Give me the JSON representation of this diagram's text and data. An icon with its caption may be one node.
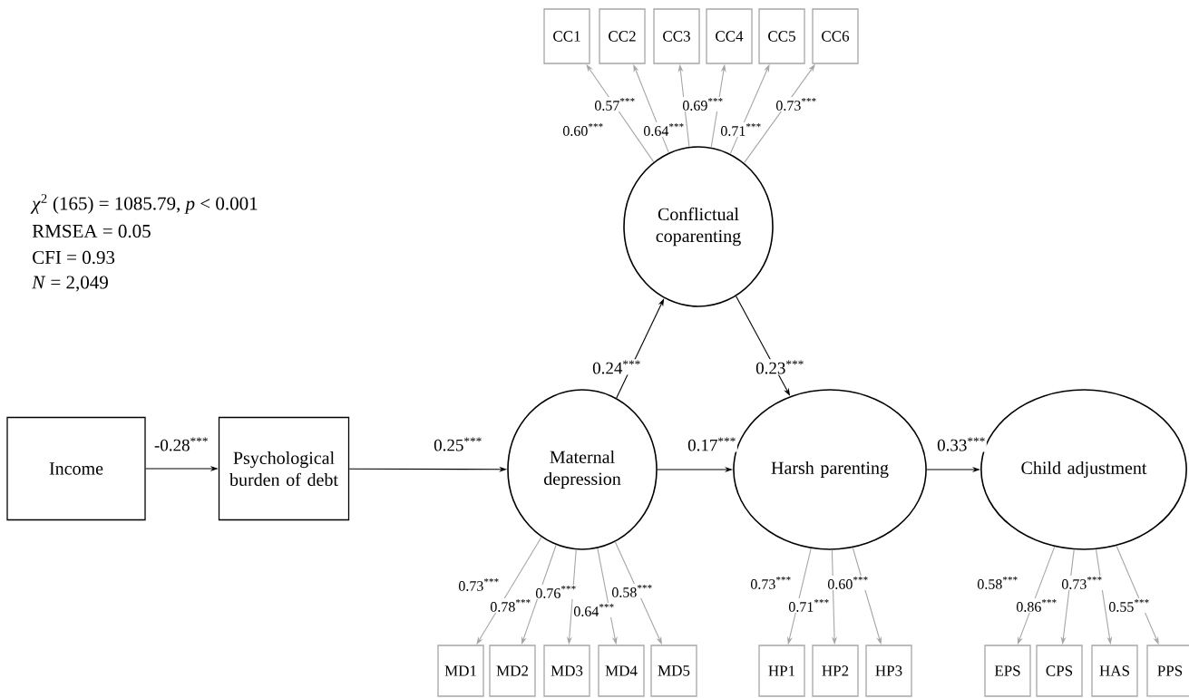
{
  "diagram": {
    "nodes": [
      {
        "text": [
          "Income"
        ]
      },
      {
        "text": [
          "Psychological burden of debt"
        ]
      },
      {
        "text": [
          "Maternal depression"
        ]
      },
      {
        "text": [
          "Conflictual coparenting"
        ]
      },
      {
        "text": [
          "Harsh parenting"
        ]
      },
      {
        "text": [
          "Child adjustment"
        ]
      },
      {
        "text": [
          "CC1"
        ]
      },
      {
        "text": [
          "CC2"
        ]
      },
      {
        "text": [
          "CC3"
        ]
      },
      {
        "text": [
          "CC4"
        ]
      },
      {
        "text": [
          "CC5"
        ]
      },
      {
        "text": [
          "CC6"
        ]
      },
      {
        "text": [
          "MD1"
        ]
      },
      {
        "text": [
          "MD2"
        ]
      },
      {
        "text": [
          "MD3"
        ]
      },
      {
        "text": [
          "MD4"
        ]
      },
      {
        "text": [
          "MD5"
        ]
      },
      {
        "text": [
          "HP1"
        ]
      },
      {
        "text": [
          "HP2"
        ]
      },
      {
        "text": [
          "HP3"
        ]
      },
      {
        "text": [
          "EPS"
        ]
      },
      {
        "text": [
          "CPS"
        ]
      },
      {
        "text": [
          "HAS"
        ]
      },
      {
        "text": [
          "PPS"
        ]
      }
    ],
    "edges": [
      {
        "from": 0,
        "to": 1,
        "arrow": "to",
        "label": "-0.28$^{***}$",
        "color": "#000000"
      },
      {
        "from": 1,
        "to": 2,
        "arrow": "to",
        "label": "0.25$^{***}$",
        "color": "#000000"
      },
      {
        "from": 2,
        "to": 3,
        "arrow": "to",
        "label": "0.24$^{***}$",
        "color": "#000000"
      },
      {
        "from": 3,
        "to": 4,
        "arrow": "to",
        "label": "0.23$^{***}$",
        "color": "#000000"
      },
      {
        "from": 2,
        "to": 4,
        "arrow": "to",
        "label": "0.17$^{***}$",
        "color": "#000000"
      },
      {
        "from": 4,
        "to": 5,
        "arrow": "to",
        "label": "0.33$^{***}$",
        "color": "#000000"
      },
      {
        "from": 3,
        "to": 6,
        "arrow": "to",
        "label": "0.60$^{***}$"
      },
      {
        "from": 3,
        "to": 7,
        "arrow": "to",
        "label": "0.57$^{***}$"
      },
      {
        "from": 3,
        "to": 8,
        "arrow": "to",
        "label": "0.64$^{***}$"
      },
      {
        "from": 3,
        "to": 9,
        "arrow": "to",
        "label": "0.69$^{***}$"
      },
      {
        "from": 3,
        "to": 10,
        "arrow": "to",
        "label": "0.71$^{***}$"
      },
      {
        "from": 3,
        "to": 11,
        "arrow": "to",
        "label": "0.73$^{***}$"
      },
      {
        "from": 2,
        "to": 12,
        "arrow": "to",
        "label": "0.73$^{***}$"
      },
      {
        "from": 2,
        "to": 13,
        "arrow": "to",
        "label": "0.78$^{***}$"
      },
      {
        "from": 2,
        "to": 14,
        "arrow": "to",
        "label": "0.76$^{***}$"
      },
      {
        "from": 2,
        "to": 15,
        "arrow": "to",
        "label": "0.64$^{***}$"
      },
      {
        "from": 2,
        "to": 16,
        "arrow": "to",
        "label": "0.58$^{***}$"
      },
      {
        "from": 4,
        "to": 17,
        "arrow": "to",
        "label": "0.73$^{***}$"
      },
      {
        "from": 4,
        "to": 18,
        "arrow": "to",
        "label": "0.71$^{***}$"
      },
      {
        "from": 4,
        "to": 19,
        "arrow": "to",
        "label": "0.60$^{***}$"
      },
      {
        "from": 5,
        "to": 20,
        "arrow": "to",
        "label": "0.58$^{***}$"
      },
      {
        "from": 5,
        "to": 21,
        "arrow": "to",
        "label": "0.86$^{***}$"
      },
      {
        "from": 5,
        "to": 22,
        "arrow": "to",
        "label": "0.73$^{***}$"
      },
      {
        "from": 5,
        "to": 23,
        "arrow": "to",
        "label": "0.55$^{***}$"
      }
    ],
    "labels": [
      "*χ*$^{2}$ (165) = 1085.79, *p* < 0.001",
      "RMSEA = 0.05",
      "CFI = 0.93",
      "*N* = 2,049"
    ]
  }
}
